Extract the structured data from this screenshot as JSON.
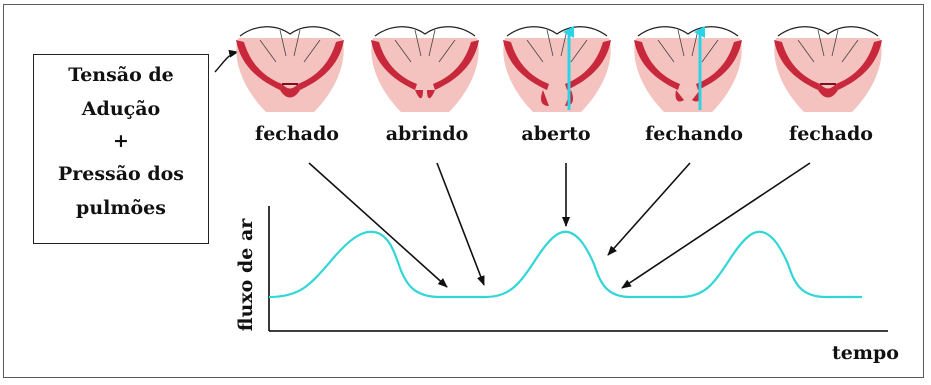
{
  "cause_box": {
    "lines": [
      "Tensão de",
      "Adução",
      "+",
      "Pressão dos",
      "pulmões"
    ]
  },
  "states": [
    "fechado",
    "abrindo",
    "aberto",
    "fechando",
    "fechado"
  ],
  "graph": {
    "ylabel": "fluxo de ar",
    "xlabel": "tempo"
  },
  "colors": {
    "flow": "#33d6d6",
    "fold_tissue": "#c8283c",
    "fold_shadow": "#f3b9b4",
    "airflow_arrow": "#2ad4e6",
    "ink": "#111111"
  }
}
